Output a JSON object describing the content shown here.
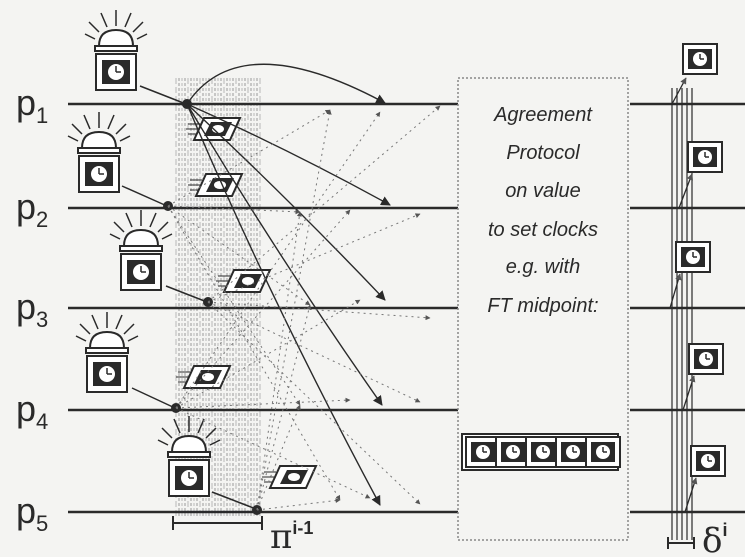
{
  "processes": [
    {
      "name": "p",
      "sub": "1"
    },
    {
      "name": "p",
      "sub": "2"
    },
    {
      "name": "p",
      "sub": "3"
    },
    {
      "name": "p",
      "sub": "4"
    },
    {
      "name": "p",
      "sub": "5"
    }
  ],
  "protocol_lines": [
    "Agreement",
    "Protocol",
    "on value",
    "to set clocks",
    "e.g. with",
    "FT midpoint:"
  ],
  "pi_symbol": "π",
  "pi_superscript": "i-1",
  "delta_symbol": "δ",
  "delta_superscript": "i",
  "colors": {
    "line": "#2a2a2a",
    "background": "#f4f4f2",
    "hatch": "#8a8a8a",
    "clock_face": "#ffffff"
  },
  "icons": [
    "alarm-clock-icon",
    "clock-icon",
    "message-envelope-icon"
  ]
}
